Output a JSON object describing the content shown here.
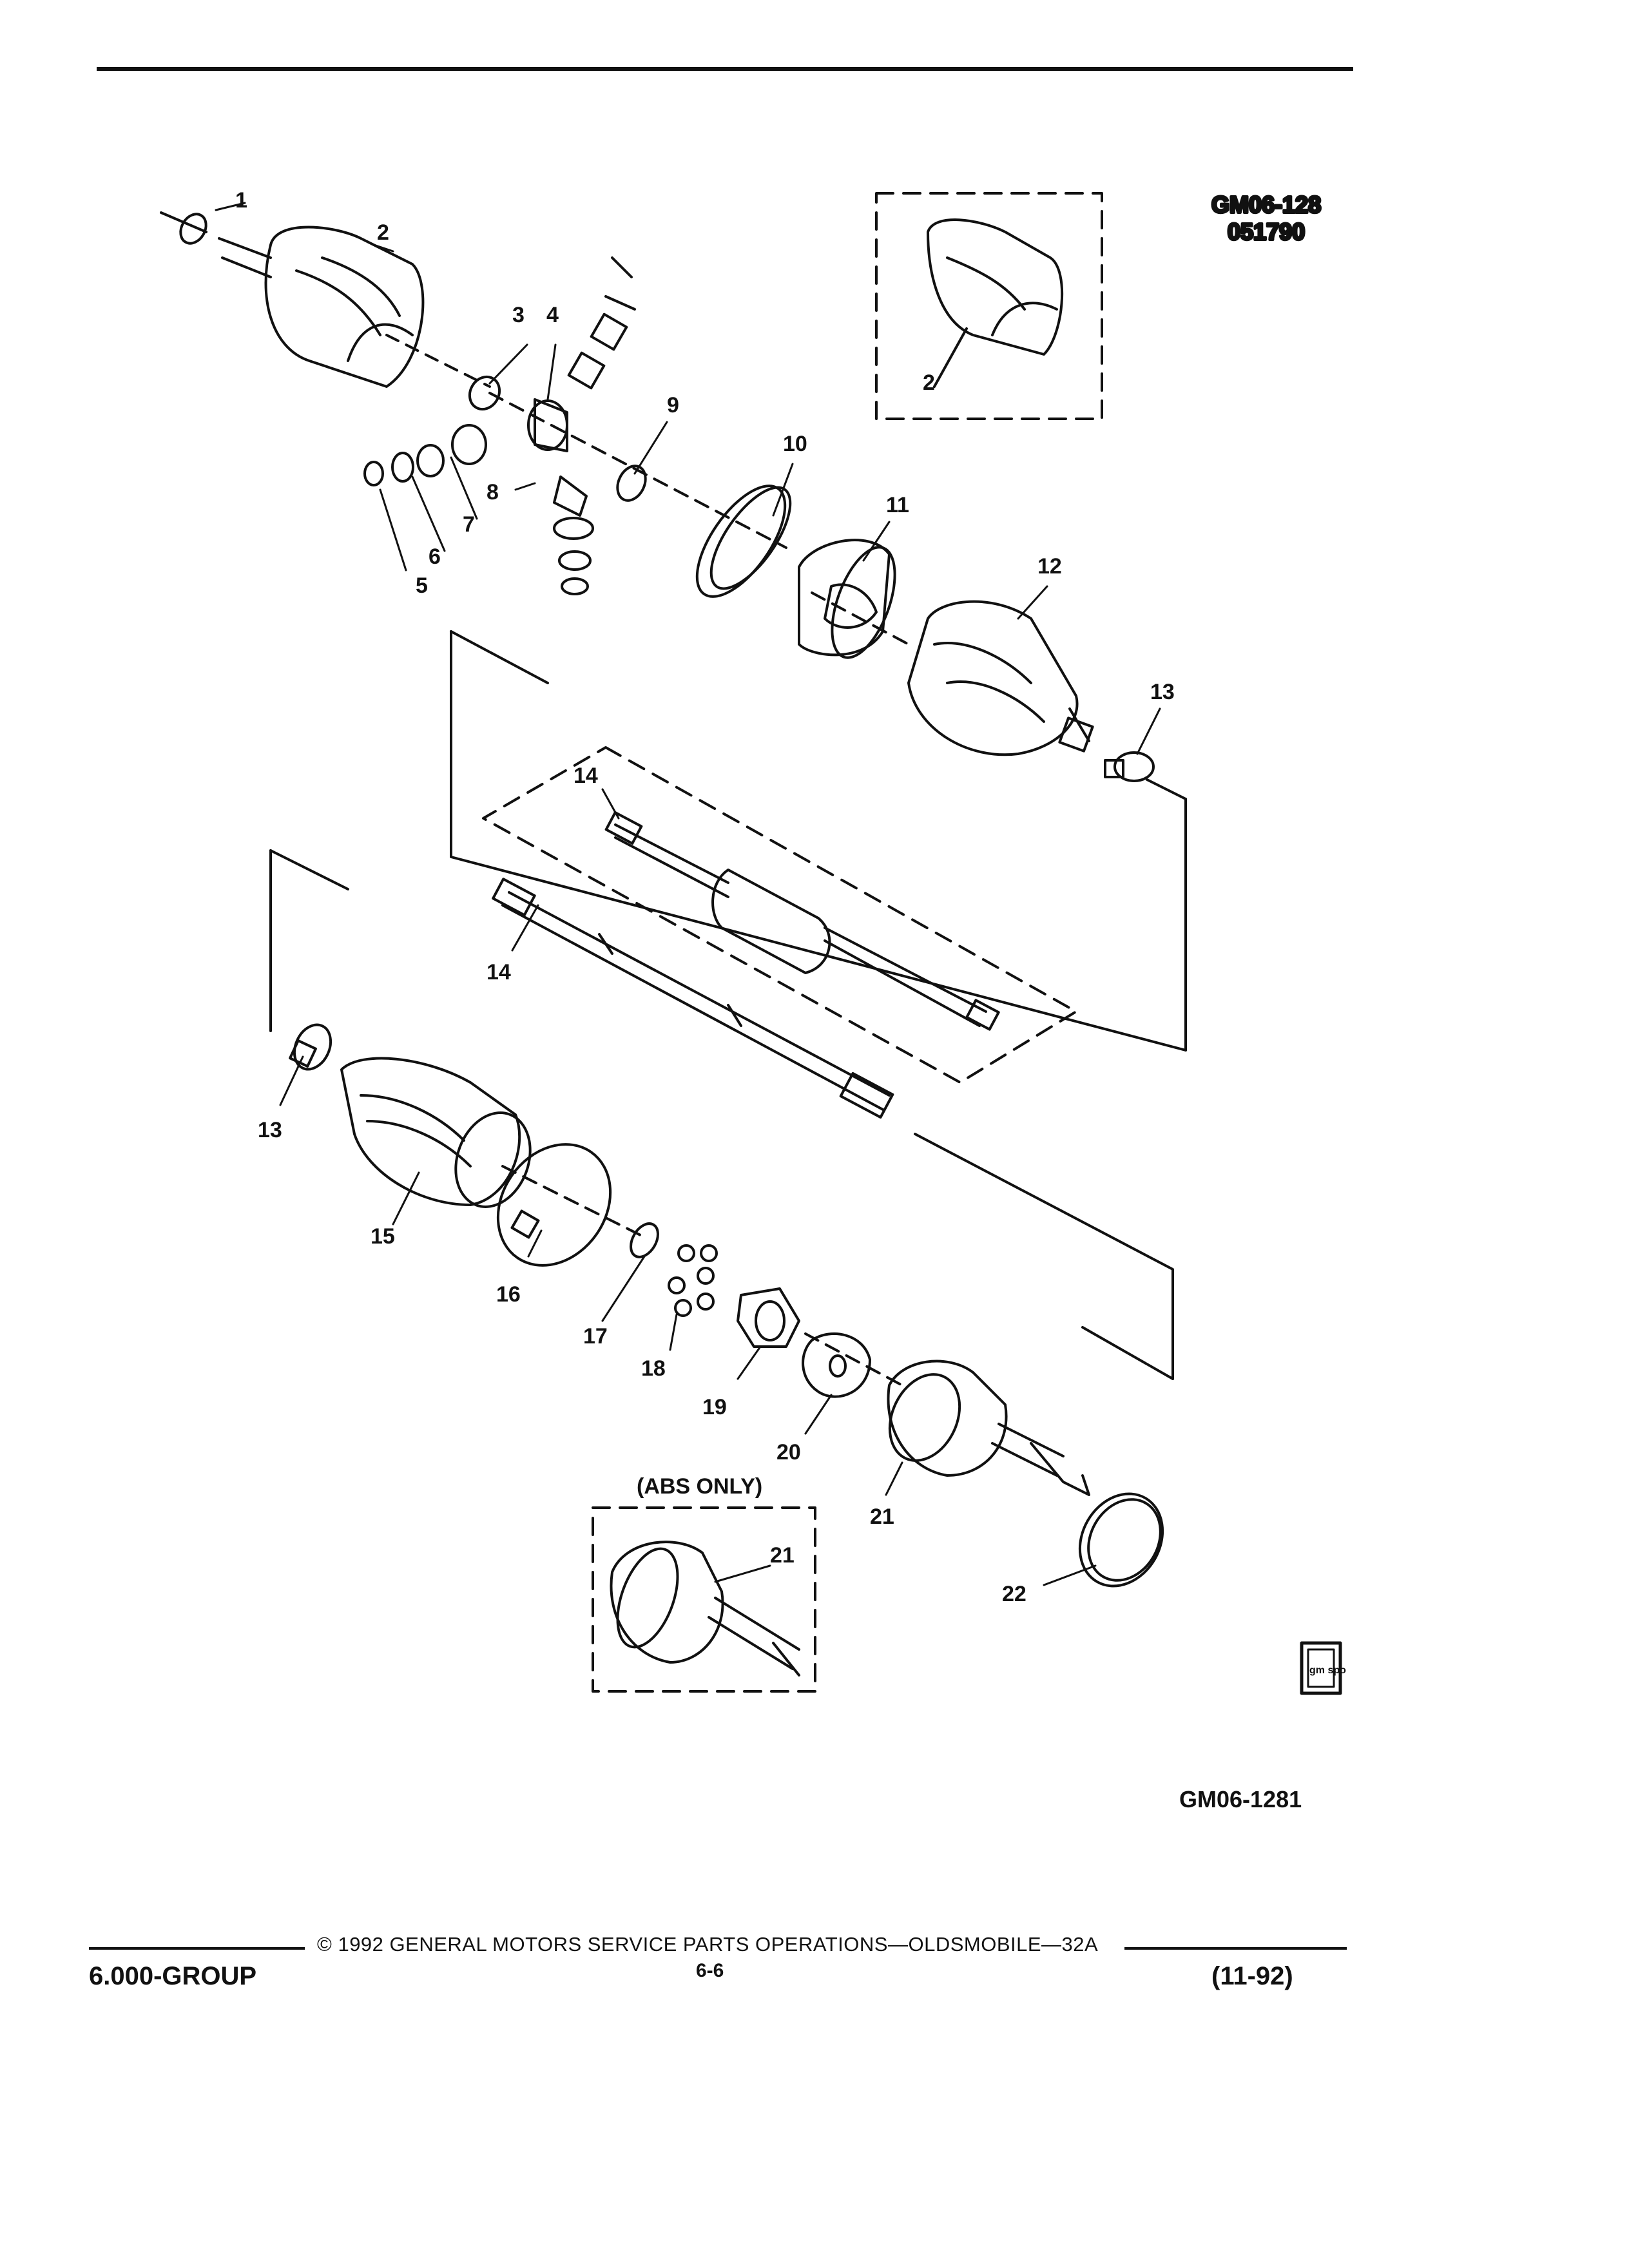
{
  "header": {
    "drawing_code": "GM06-128",
    "drawing_date": "051790"
  },
  "callouts": [
    "1",
    "2",
    "2",
    "3",
    "4",
    "5",
    "6",
    "7",
    "8",
    "9",
    "10",
    "11",
    "12",
    "13",
    "14",
    "14",
    "13",
    "15",
    "16",
    "17",
    "18",
    "19",
    "20",
    "21",
    "21",
    "22"
  ],
  "inset_label": "(ABS ONLY)",
  "figure_code": "GM06-1281",
  "logo_text": "gm spo",
  "footer": {
    "copyright": "© 1992 GENERAL MOTORS SERVICE PARTS OPERATIONS—OLDSMOBILE—32A",
    "group": "6.000-GROUP",
    "page": "6-6",
    "date": "(11-92)"
  }
}
